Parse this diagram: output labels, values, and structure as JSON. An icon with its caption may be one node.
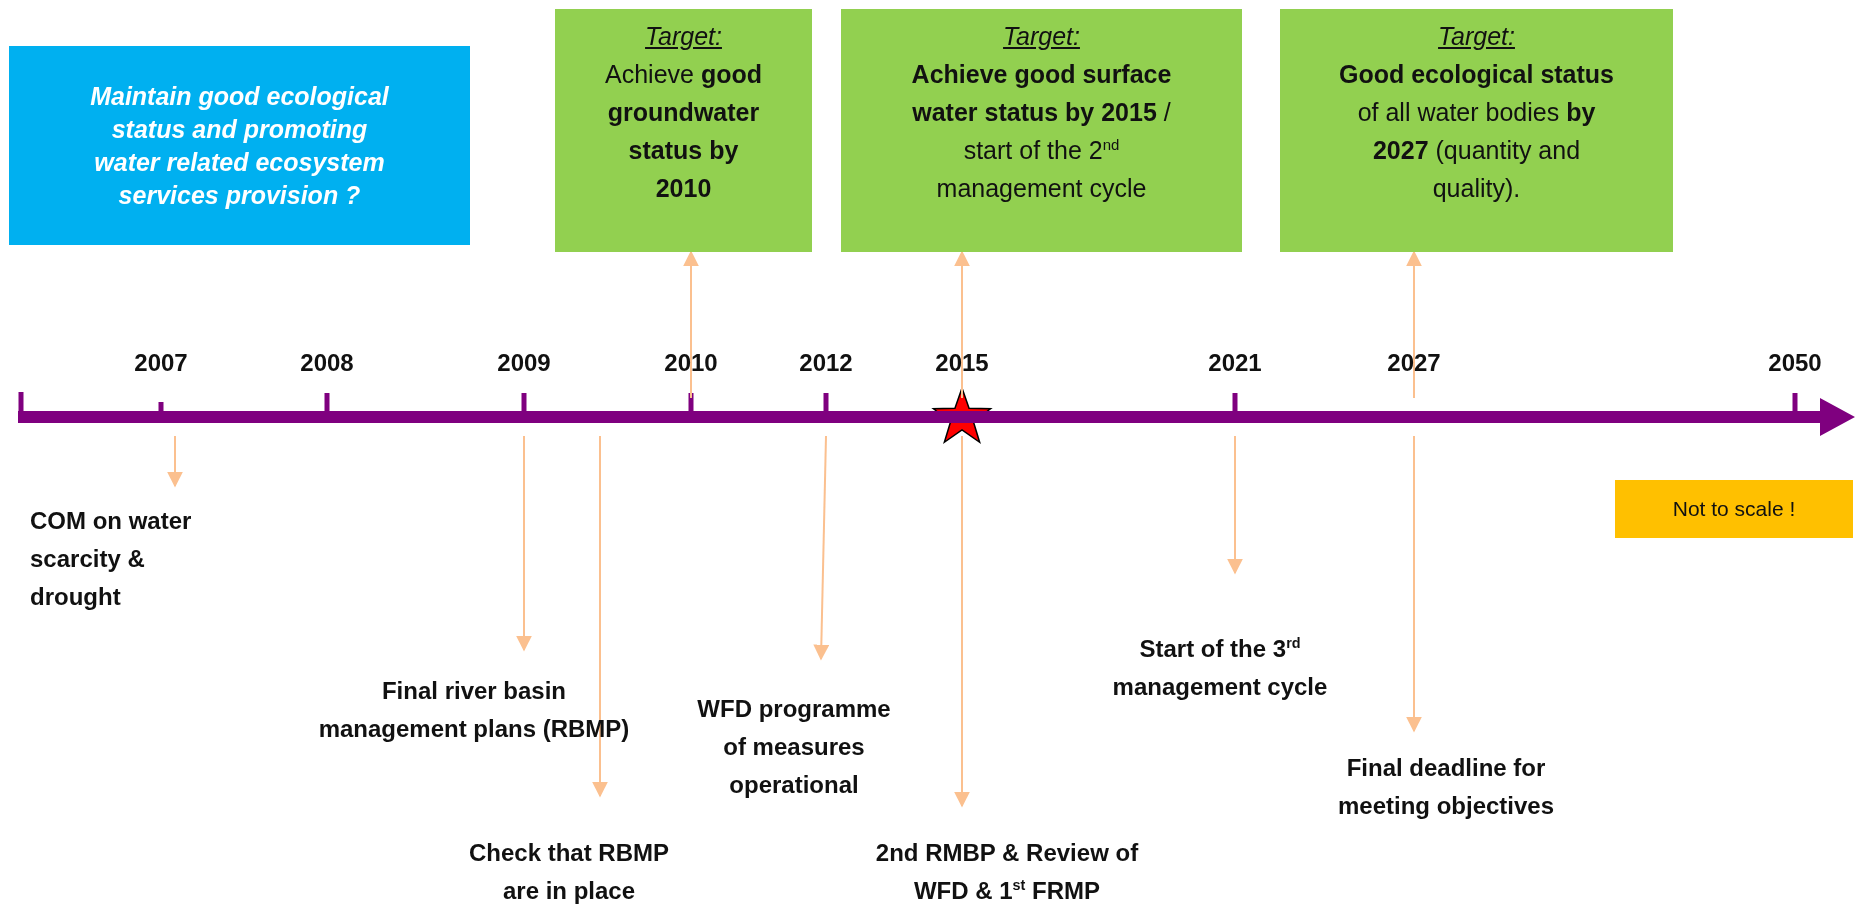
{
  "diagram": {
    "nodes": [
      {
        "text": [
          "Maintain good ecological status and promoting water related ecosystem services provision ?"
        ]
      },
      {
        "text": [
          "Target:",
          "Achieve **good groundwater status by 2010**"
        ]
      },
      {
        "text": [
          "Target:",
          "**Achieve good surface water status by 2015** / start of the 2$^{nd}$ management cycle"
        ]
      },
      {
        "text": [
          "Target:",
          "**Good ecological status** of all water bodies **by 2027** (quantity and quality)."
        ]
      },
      {
        "text": [],
        "shape": "bar"
      },
      {
        "text": [
          "Not to scale !"
        ]
      },
      {
        "text": [
          "COM on water scarcity & drought"
        ]
      },
      {
        "text": [
          "Final river basin management plans (RBMP)"
        ]
      },
      {
        "text": [
          "Check that RBMP are in place"
        ]
      },
      {
        "text": [
          "WFD programme of measures operational"
        ]
      },
      {
        "text": [
          "2nd RMBP & Review of WFD & 1$^{st}$ FRMP"
        ]
      },
      {
        "text": [
          "Start of the 3$^{rd}$ management cycle"
        ]
      },
      {
        "text": [
          "Final deadline for meeting objectives"
        ]
      }
    ],
    "edges": [
      {
        "from": 4,
        "to": 6,
        "arrow": "to"
      },
      {
        "from": 4,
        "to": 7,
        "arrow": "to"
      },
      {
        "from": 4,
        "to": 8,
        "arrow": "to"
      },
      {
        "from": 4,
        "to": 1,
        "arrow": "to"
      },
      {
        "from": 4,
        "to": 9,
        "arrow": "to"
      },
      {
        "from": 4,
        "to": 2,
        "arrow": "to"
      },
      {
        "from": 4,
        "to": 10,
        "arrow": "to"
      },
      {
        "from": 4,
        "to": 11,
        "arrow": "to"
      },
      {
        "from": 4,
        "to": 3,
        "arrow": "to"
      },
      {
        "from": 4,
        "to": 12,
        "arrow": "to"
      }
    ],
    "labels": [
      "2007",
      "2008",
      "2009",
      "2010",
      "2012",
      "2015",
      "2021",
      "2027",
      "2050"
    ]
  }
}
